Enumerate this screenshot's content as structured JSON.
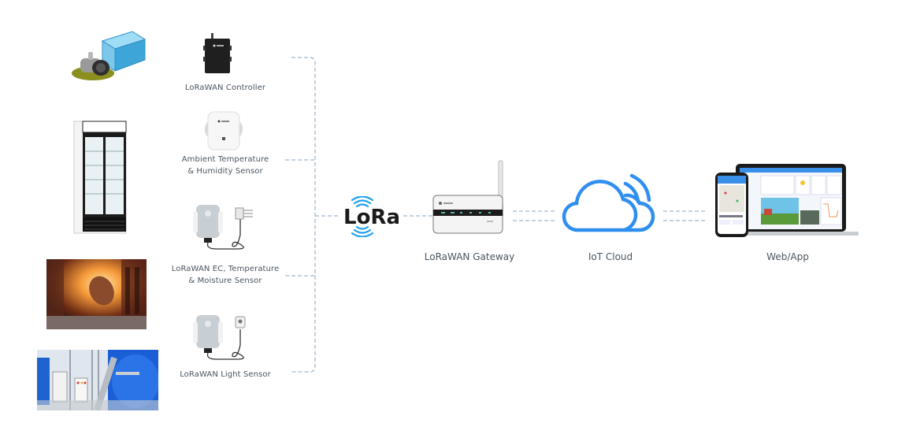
{
  "diagram": {
    "title": "LoRaWAN IoT System Architecture",
    "scenarios": [
      {
        "name": "Pump and water tank",
        "icon": "water-tank-pump-icon"
      },
      {
        "name": "Beverage refrigerator",
        "icon": "refrigerator-icon"
      },
      {
        "name": "Steel mill furnace",
        "icon": "steel-mill-image"
      },
      {
        "name": "Industrial water treatment plant",
        "icon": "water-treatment-plant-image"
      }
    ],
    "devices": [
      {
        "label_line1": "LoRaWAN Controller",
        "label_line2": ""
      },
      {
        "label_line1": "Ambient Temperature",
        "label_line2": "& Humidity Sensor"
      },
      {
        "label_line1": "LoRaWAN EC, Temperature",
        "label_line2": "& Moisture Sensor"
      },
      {
        "label_line1": "LoRaWAN Light Sensor",
        "label_line2": ""
      }
    ],
    "protocol": {
      "text": "LoRa"
    },
    "gateway": {
      "label": "LoRaWAN Gateway"
    },
    "cloud": {
      "label": "IoT Cloud"
    },
    "client": {
      "label": "Web/App"
    },
    "colors": {
      "connector": "#9fb6cc",
      "lora_blue": "#1ea1f1",
      "cloud_blue": "#2f8ff0",
      "text": "#4a5560"
    }
  }
}
